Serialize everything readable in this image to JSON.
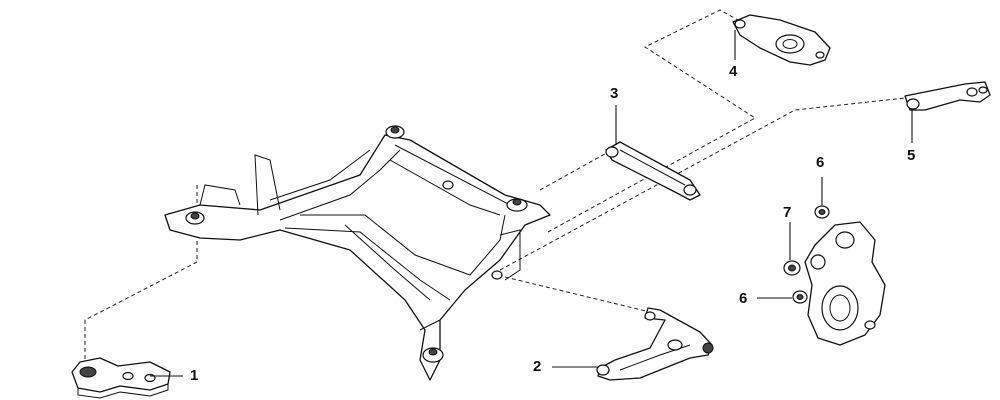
{
  "diagram": {
    "callouts": [
      {
        "id": "c1",
        "label": "1"
      },
      {
        "id": "c2",
        "label": "2"
      },
      {
        "id": "c3",
        "label": "3"
      },
      {
        "id": "c4",
        "label": "4"
      },
      {
        "id": "c5",
        "label": "5"
      },
      {
        "id": "c6a",
        "label": "6"
      },
      {
        "id": "c6b",
        "label": "6"
      },
      {
        "id": "c7",
        "label": "7"
      }
    ],
    "colors": {
      "line": "#111111",
      "background": "#ffffff"
    }
  }
}
